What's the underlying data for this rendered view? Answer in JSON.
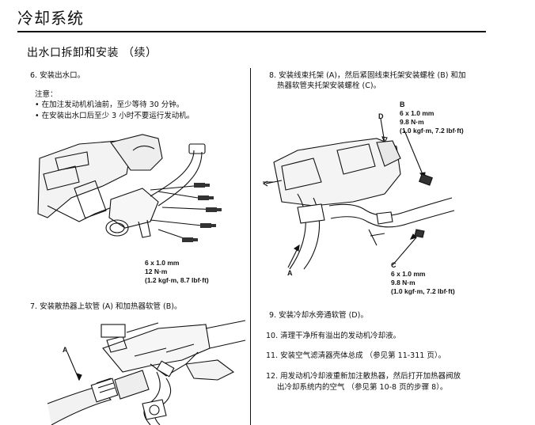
{
  "header": {
    "title": "冷却系统",
    "subtitle": "出水口拆卸和安装 （续）"
  },
  "left": {
    "step6": "6. 安装出水口。",
    "note_title": "注意：",
    "note_items": [
      "• 在加注发动机机油前，至少等待 30 分钟。",
      "• 在安装出水口后至少 3 小时不要运行发动机。"
    ],
    "fig1_spec": [
      "6 x 1.0 mm",
      "12 N·m",
      "(1.2 kgf·m, 8.7 lbf·ft)"
    ],
    "step7": "7. 安装散热器上软管 (A) 和加热器软管 (B)。",
    "fig2_label_a": "A"
  },
  "right": {
    "step8_line1": "8. 安装线束托架 (A)，然后紧固线束托架安装螺栓 (B) 和加",
    "step8_line2": "热器软管夹托架安装螺栓 (C)。",
    "label_b": "B",
    "spec_b": [
      "6 x 1.0 mm",
      "9.8 N·m",
      "(1.0 kgf·m, 7.2 lbf·ft)"
    ],
    "label_d": "D",
    "label_a": "A",
    "label_c": "C",
    "spec_c": [
      "6 x 1.0 mm",
      "9.8 N·m",
      "(1.0 kgf·m, 7.2 lbf·ft)"
    ],
    "step9": "9. 安装冷却水旁通软管 (D)。",
    "step10": "10. 清理干净所有溢出的发动机冷却液。",
    "step11": "11. 安装空气滤清器壳体总成 （参见第 11-311 页）。",
    "step12_line1": "12. 用发动机冷却液重新加注散热器，然后打开加热器阀放",
    "step12_line2": "出冷却系统内的空气 （参见第 10-8 页的步骤 8）。"
  }
}
